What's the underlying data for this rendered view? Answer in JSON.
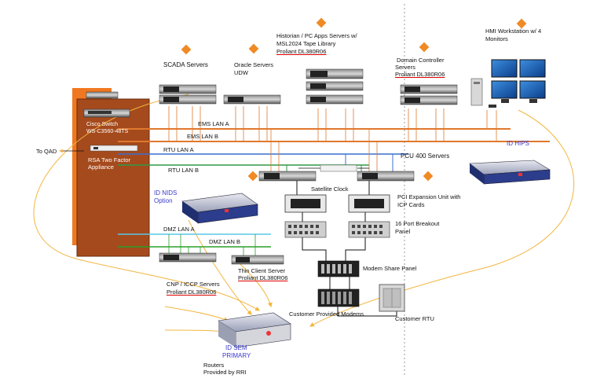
{
  "labels": {
    "scada": "SCADA Servers",
    "oracle_1": "Oracle Servers",
    "oracle_2": "UDW",
    "historian_1": "Historian / PC Apps Servers w/",
    "historian_2": "MSL2024 Tape Library",
    "historian_3": "Proliant DL380R06",
    "dc_1": "Domain Controller",
    "dc_2": "Servers",
    "dc_3": "Proliant DL380R06",
    "hmi_1": "HMI Workstation w/ 4",
    "hmi_2": "Monitors",
    "cisco_1": "Cisco Switch",
    "cisco_2": "WS-C3560-48TS",
    "rsa_1": "RSA Two Factor",
    "rsa_2": "Appliance",
    "to_qad": "To QAD",
    "ems_lan_a": "EMS LAN A",
    "ems_lan_b": "EMS LAN B",
    "rtu_lan_a": "RTU LAN A",
    "rtu_lan_b": "RTU LAN B",
    "id_hips": "ID HIPS",
    "pcu_400": "PCU 400 Servers",
    "satellite_clock": "Satellite Clock",
    "id_nids_1": "ID NIDS",
    "id_nids_2": "Option",
    "pci_exp_1": "PCI Expansion Unit with",
    "pci_exp_2": "ICP Cards",
    "breakout_1": "16 Port Breakout",
    "breakout_2": "Panel",
    "dmz_lan_a": "DMZ LAN A",
    "dmz_lan_b": "DMZ LAN B",
    "thin_client_1": "Thin Client Server",
    "thin_client_2": "Proliant DL380R06",
    "cnp_1": "CNP / ICCP Servers",
    "cnp_2": "Proliant DL380R06",
    "modem_share": "Modem Share Panel",
    "customer_modems": "Customer Provided Modems",
    "customer_rtu": "Customer RTU",
    "id_sem_1": "ID SEM",
    "id_sem_2": "PRIMARY",
    "routers_1": "Routers",
    "routers_2": "Provided by RRI"
  },
  "colors": {
    "ems_lan": "#e0782d",
    "rtu_lan": "#3a6fd0",
    "dmz_a": "#58c8e8",
    "dmz_b": "#2aa02a",
    "rack": "#a54a1c",
    "rack_top": "#f07820",
    "accent_blue": "#3a3acd",
    "diamond": "#f08a24",
    "security_arrows": "#f2b640",
    "divider": "#888888"
  },
  "icons": [
    "orange-diamond-icon",
    "server-icon",
    "monitor-icon",
    "tower-icon",
    "appliance-icon",
    "modem-icon",
    "rtu-cabinet-icon"
  ]
}
